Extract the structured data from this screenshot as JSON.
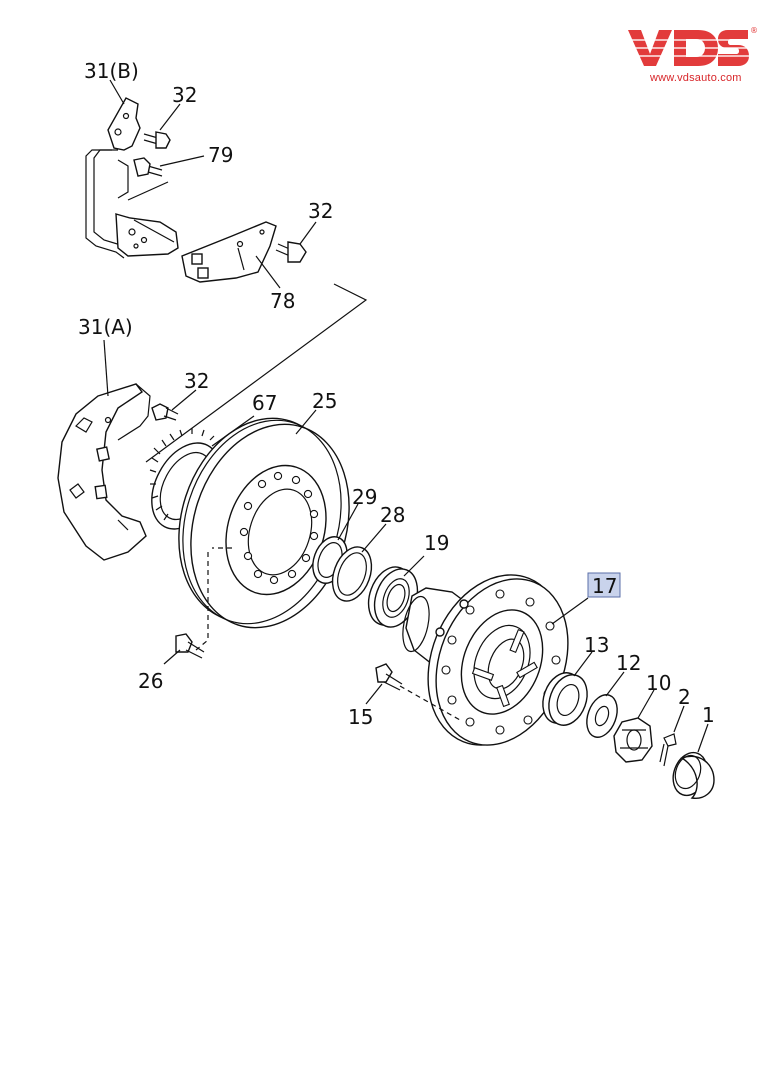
{
  "logo": {
    "brand": "VDS",
    "registered_mark": "®",
    "url": "www.vdsauto.com",
    "color": "#e23b3b"
  },
  "callouts": {
    "c31b": "31(B)",
    "c32a": "32",
    "c79": "79",
    "c32b": "32",
    "c78": "78",
    "c31a": "31(A)",
    "c32c": "32",
    "c67": "67",
    "c25": "25",
    "c29": "29",
    "c28": "28",
    "c19": "19",
    "c17": "17",
    "c13": "13",
    "c12": "12",
    "c10": "10",
    "c2": "2",
    "c1": "1",
    "c26": "26",
    "c15": "15"
  },
  "highlight": {
    "part": "17",
    "fill_color": "#c9d3ec",
    "border_color": "#5b6fa8"
  }
}
